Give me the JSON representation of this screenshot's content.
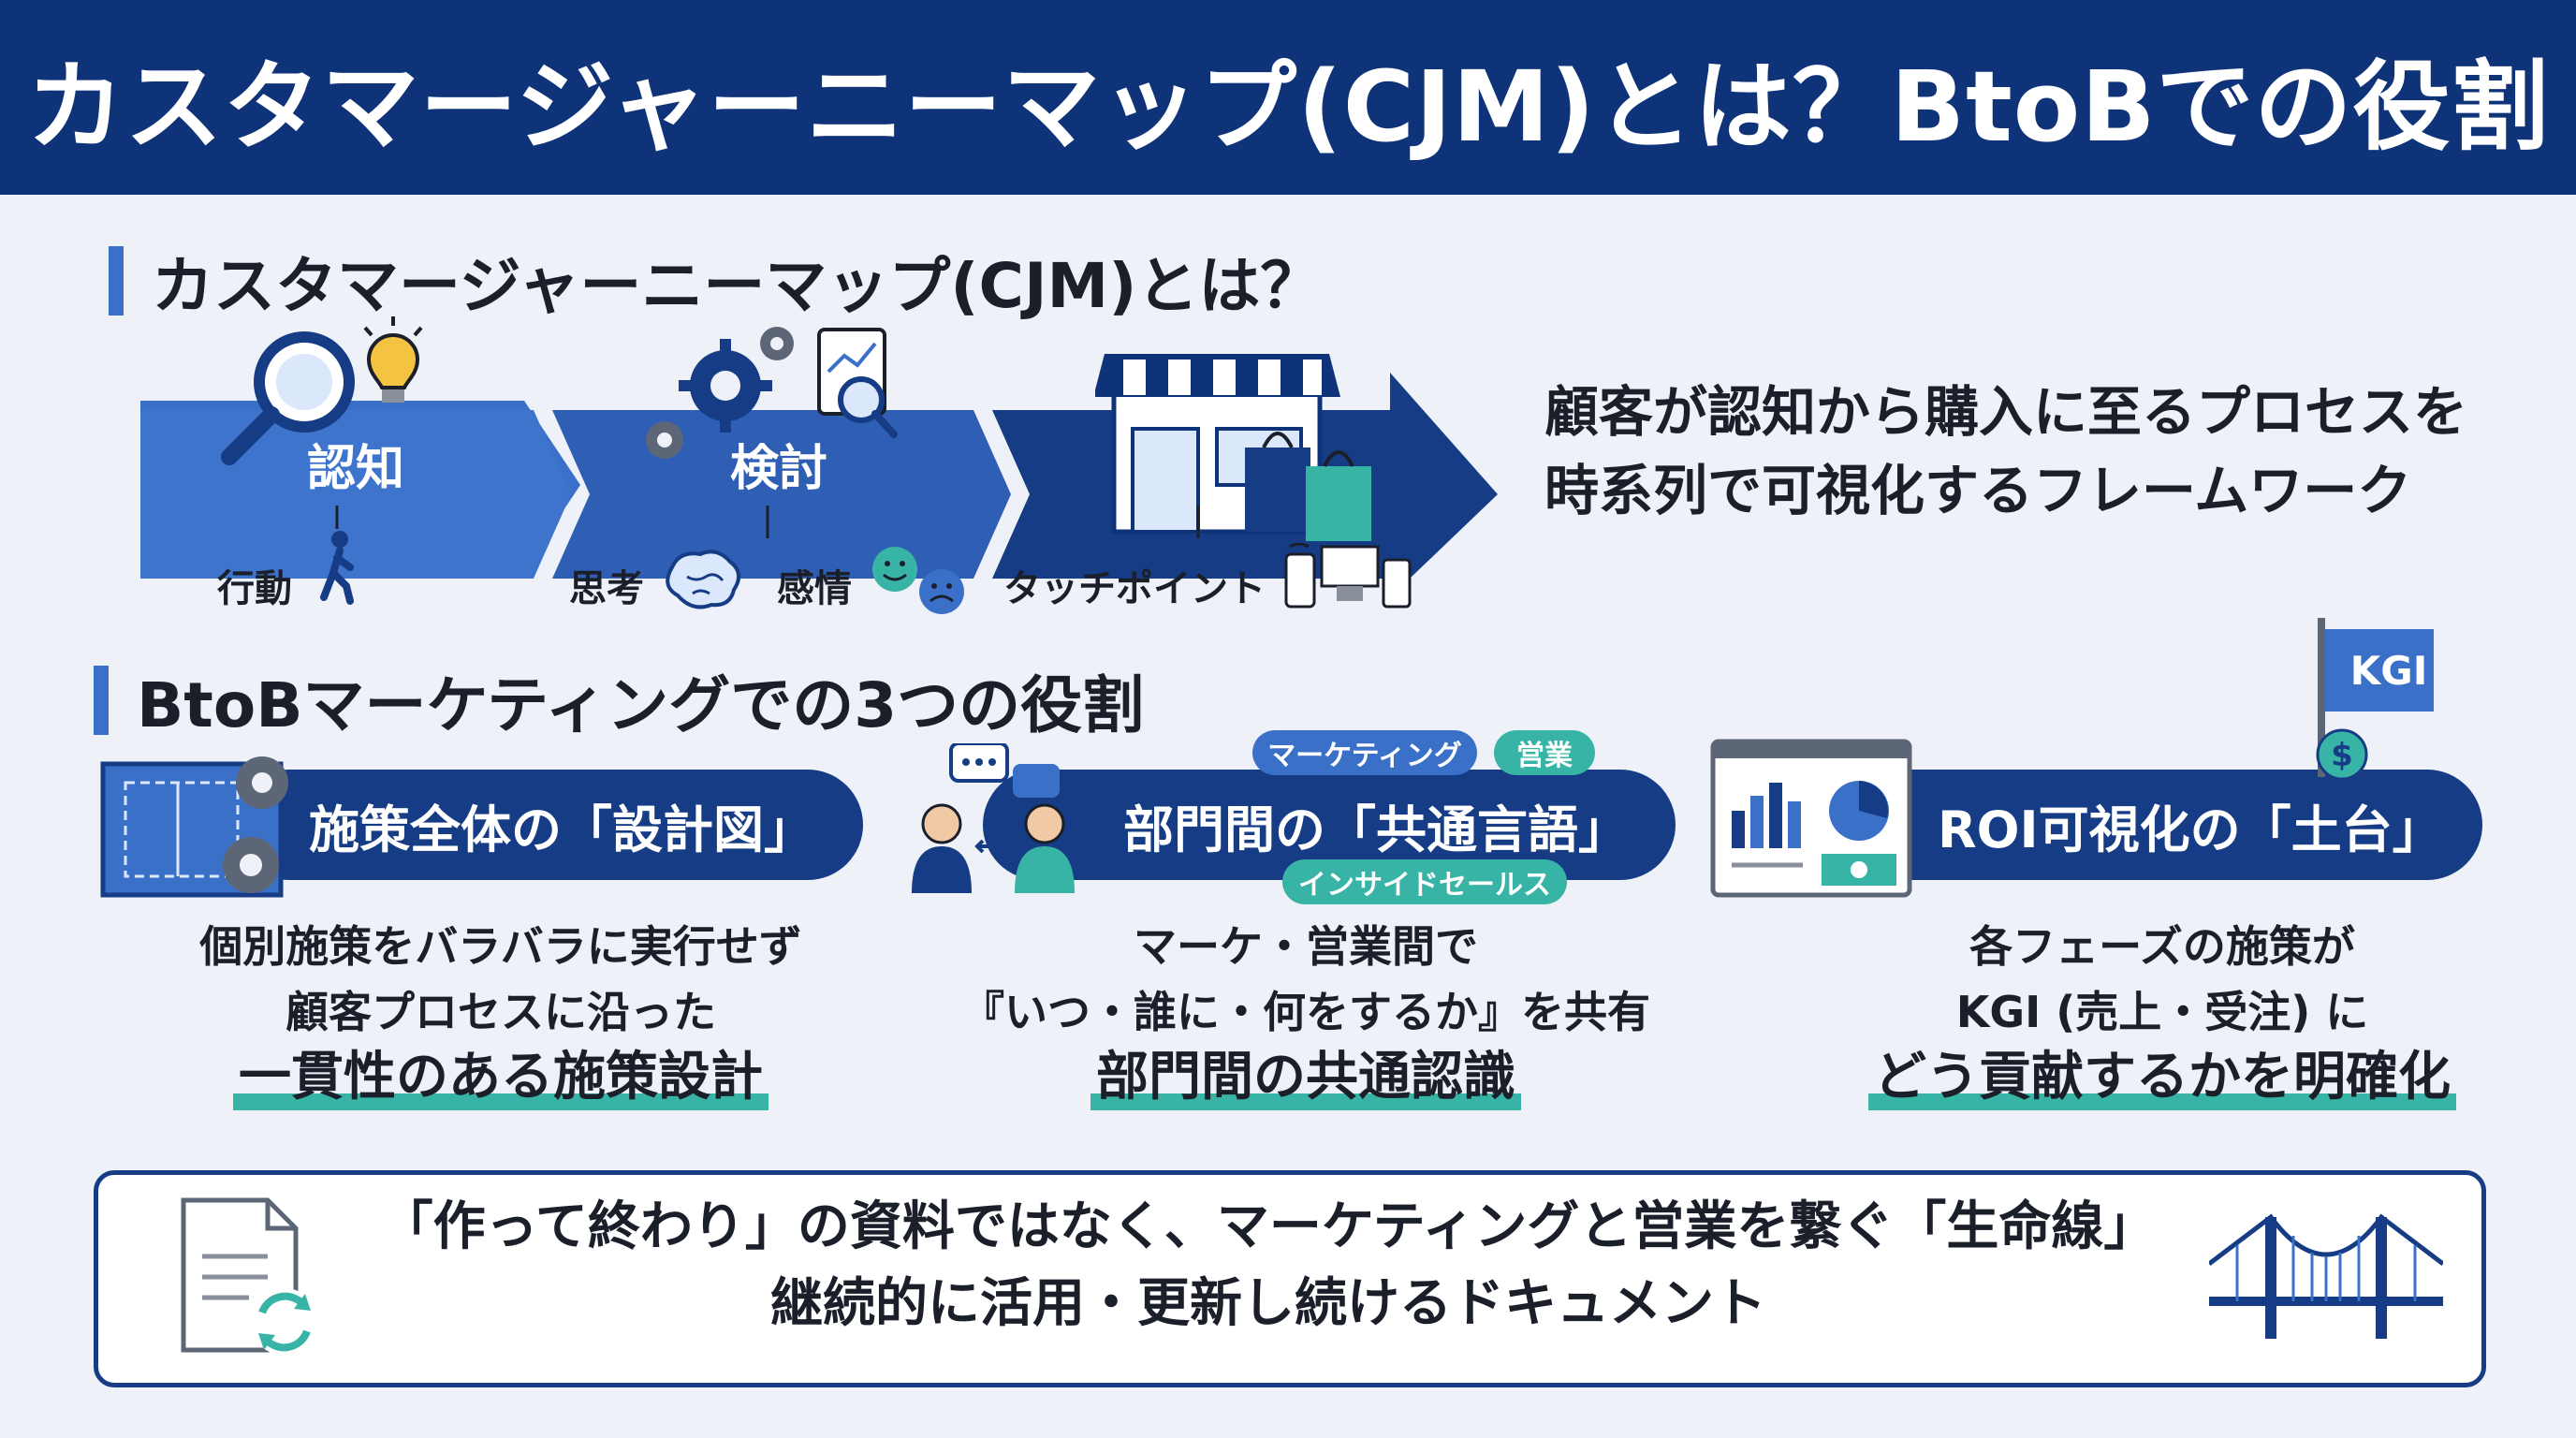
{
  "title": "カスタマージャーニーマップ(CJM)とは？BtoBでの役割",
  "section1": {
    "heading": "カスタマージャーニーマップ(CJM)とは？",
    "stages": [
      {
        "label": "認知",
        "icon": "magnifier-lightbulb-icon"
      },
      {
        "label": "検討",
        "icon": "gears-document-search-icon"
      },
      {
        "label": "",
        "icon": "storefront-shopping-bags-icon"
      }
    ],
    "sub_labels": {
      "action": "行動",
      "thought": "思考",
      "emotion": "感情",
      "touchpoint": "タッチポイント"
    },
    "definition": [
      "顧客が認知から購入に至るプロセスを",
      "時系列で可視化するフレームワーク"
    ]
  },
  "section2": {
    "heading": "BtoBマーケティングでの3つの役割",
    "roles": [
      {
        "title": "施策全体の「設計図」",
        "icon": "blueprint-gears-icon",
        "lines": [
          "個別施策をバラバラに実行せず",
          "顧客プロセスに沿った"
        ],
        "emphasis": "一貫性のある施策設計"
      },
      {
        "title": "部門間の「共通言語」",
        "icon": "people-conversation-icon",
        "tags": {
          "marketing": "マーケティング",
          "sales": "営業",
          "inside_sales": "インサイドセールス"
        },
        "lines": [
          "マーケ・営業間で",
          "『いつ・誰に・何をするか』を共有"
        ],
        "emphasis": "部門間の共通認識"
      },
      {
        "title": "ROI可視化の「土台」",
        "icon": "dashboard-chart-icon",
        "flag": "KGI",
        "lines": [
          "各フェーズの施策が",
          "KGI (売上・受注) に"
        ],
        "emphasis": "どう貢献するかを明確化"
      }
    ]
  },
  "footer": {
    "lines": [
      "「作って終わり」の資料ではなく、マーケティングと営業を繋ぐ「生命線」",
      "継続的に活用・更新し続けるドキュメント"
    ],
    "icons": [
      "document-refresh-icon",
      "bridge-icon"
    ]
  },
  "colors": {
    "navy": "#0f3378",
    "blue": "#3b70c9",
    "teal": "#38b4a6",
    "background": "#eef1f7"
  }
}
